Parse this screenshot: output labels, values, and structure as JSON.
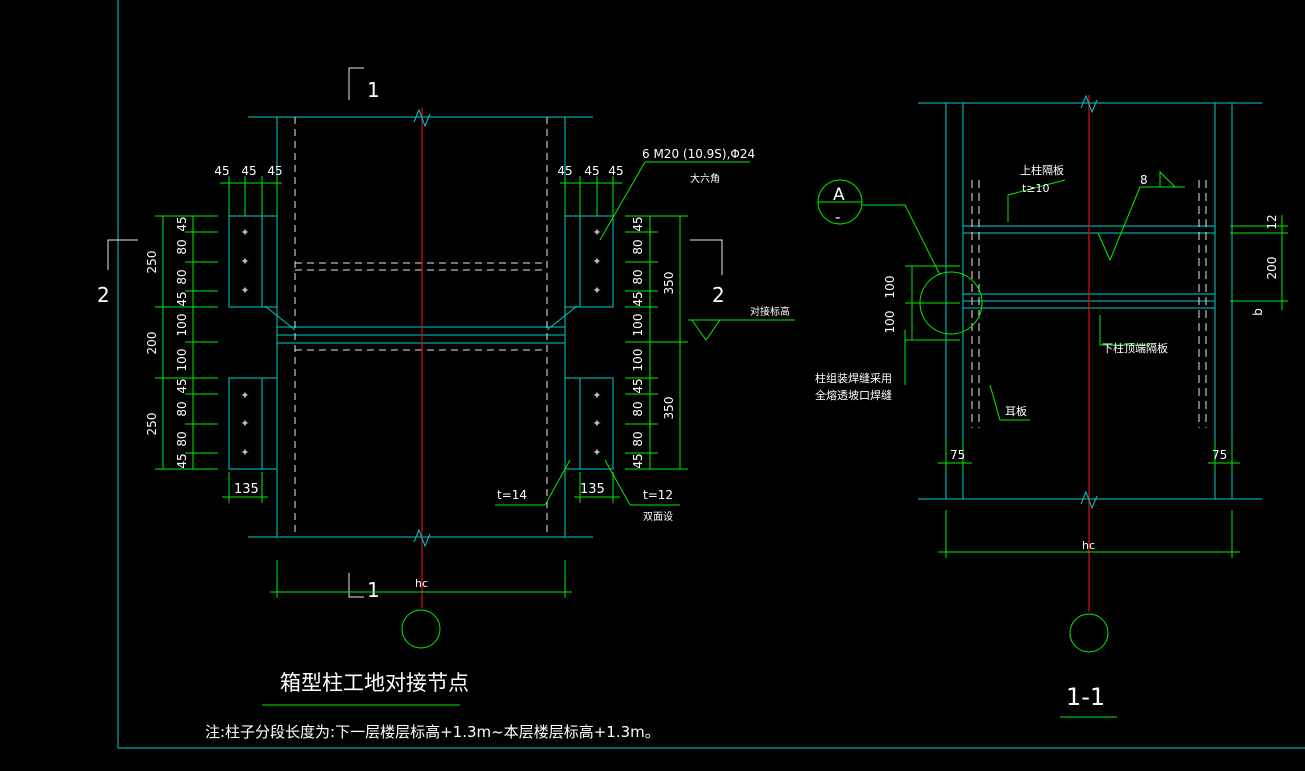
{
  "colors": {
    "background": "#000000",
    "frame": "#00cccc",
    "steel": "#00cccc",
    "dimension": "#00ee00",
    "centerline": "#e01010",
    "text": "#ffffff"
  },
  "left_view": {
    "section_1_top": "1",
    "section_1_bottom": "1",
    "section_2_left": "2",
    "section_2_right": "2",
    "bolt_note": "6 M20 (10.9S),Φ24",
    "bolt_note_2": "大六角",
    "elevation_note": "对接标高",
    "top_dims_left": [
      "45",
      "45",
      "45"
    ],
    "top_dims_right": [
      "45",
      "45",
      "45"
    ],
    "left_dims_outer": [
      "250",
      "200",
      "250"
    ],
    "left_dims_inner": [
      "45",
      "80",
      "80",
      "45",
      "100",
      "100",
      "45",
      "80",
      "80",
      "45"
    ],
    "right_dims_inner": [
      "45",
      "80",
      "80",
      "45",
      "100",
      "100",
      "45",
      "80",
      "80",
      "45"
    ],
    "right_dims_outer": [
      "350",
      "350"
    ],
    "bottom_dim_left": "135",
    "bottom_dim_right": "135",
    "plate_t14": "t=14",
    "plate_t12": "t=12",
    "plate_t12_note": "双面设",
    "hc": "hc",
    "title": "箱型柱工地对接节点",
    "note": "注:柱子分段长度为:下一层楼层标高+1.3m~本层楼层标高+1.3m。"
  },
  "right_view": {
    "detail_mark": "A",
    "detail_mark_sub": "-",
    "upper_diaphragm": "上柱隔板",
    "upper_diaphragm_t": "t≥10",
    "weld_size": "8",
    "lower_diaphragm": "下柱顶端隔板",
    "dims_left": [
      "100",
      "100"
    ],
    "dims_right": [
      "12",
      "200",
      "b"
    ],
    "weld_note_1": "柱组装焊缝采用",
    "weld_note_2": "全熔透坡口焊缝",
    "ear_plate": "耳板",
    "dim_75_left": "75",
    "dim_75_right": "75",
    "hc": "hc",
    "title": "1-1"
  }
}
